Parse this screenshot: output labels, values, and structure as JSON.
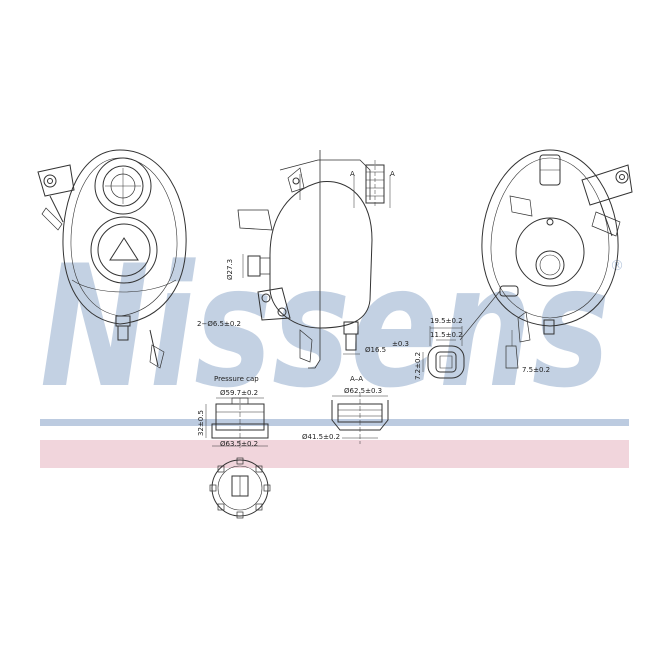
{
  "brand": {
    "watermark": "Nissens",
    "registered_mark": "®",
    "colors": {
      "watermark_blue": "#b9c9de",
      "band_blue": "#bccbe0",
      "band_pink": "#f1d5dc",
      "line": "#333333"
    }
  },
  "labels": {
    "pressure_cap": "Pressure cap",
    "section": "A–A",
    "section_mark_a": "A"
  },
  "dimensions": {
    "hole": "2−Ø6.5±0.2",
    "hose_outlet": "Ø16.5",
    "hose_outlet_tol": "±0.3",
    "inlet_stub": "Ø27.3",
    "connector_outer": "19.5±0.2",
    "connector_inner": "11.5±0.2",
    "connector_height": "7.2±0.2",
    "bracket": "7.5±0.2",
    "cap_top": "Ø59.7±0.2",
    "cap_bottom": "Ø63.5±0.2",
    "cap_height": "32±0.5",
    "neck_outer": "Ø62.5±0.3",
    "neck_inner": "Ø41.5±0.2"
  }
}
